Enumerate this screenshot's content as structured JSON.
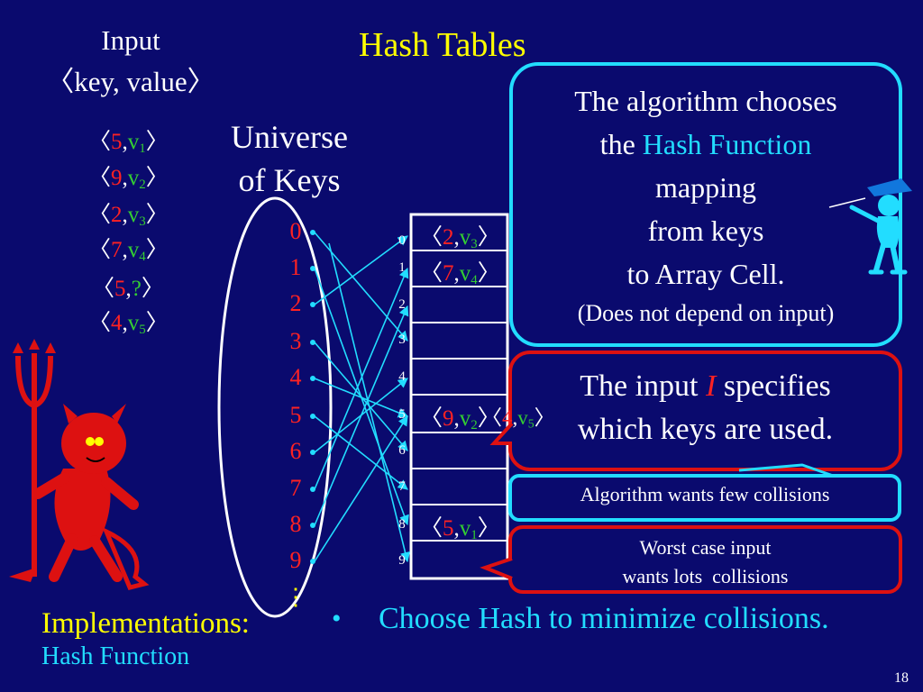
{
  "title": "Hash Tables",
  "input_label": {
    "line1": "Input",
    "line2": "〈key, value〉"
  },
  "universe_label": {
    "line1": "Universe",
    "line2": "of Keys"
  },
  "input_pairs": [
    {
      "lb": "〈",
      "key": "5",
      "comma": ",",
      "val": "v",
      "sub": "1",
      "rb": "〉"
    },
    {
      "lb": "〈",
      "key": "9",
      "comma": ",",
      "val": "v",
      "sub": "2",
      "rb": "〉"
    },
    {
      "lb": "〈",
      "key": "2",
      "comma": ",",
      "val": "v",
      "sub": "3",
      "rb": "〉"
    },
    {
      "lb": "〈",
      "key": "7",
      "comma": ",",
      "val": "v",
      "sub": "4",
      "rb": "〉"
    },
    {
      "lb": "〈",
      "key": "5",
      "comma": ",",
      "val": "?",
      "sub": "",
      "rb": "〉"
    },
    {
      "lb": "〈",
      "key": "4",
      "comma": ",",
      "val": "v",
      "sub": "5",
      "rb": "〉"
    }
  ],
  "universe_keys": [
    "0",
    "1",
    "2",
    "3",
    "4",
    "5",
    "6",
    "7",
    "8",
    "9"
  ],
  "universe_ellipsis": "⋮",
  "table_indices": [
    "0",
    "1",
    "2",
    "3",
    "4",
    "5",
    "6",
    "7",
    "8",
    "9"
  ],
  "table_entries": {
    "row0": {
      "lb": "〈",
      "key": "2",
      "comma": ",",
      "val": "v",
      "sub": "3",
      "rb": "〉"
    },
    "row1": {
      "lb": "〈",
      "key": "7",
      "comma": ",",
      "val": "v",
      "sub": "4",
      "rb": "〉"
    },
    "row5a": {
      "lb": "〈",
      "key": "9",
      "comma": ",",
      "val": "v",
      "sub": "2",
      "rb": "〉"
    },
    "row5b": {
      "lb": "〈",
      "key": "4",
      "comma": ",",
      "val": "v",
      "sub": "5",
      "rb": "〉"
    },
    "row8": {
      "lb": "〈",
      "key": "5",
      "comma": ",",
      "val": "v",
      "sub": "1",
      "rb": "〉"
    }
  },
  "bubble_algorithm": {
    "line1": "The algorithm chooses",
    "line2_pre": "the ",
    "line2_hl": "Hash Function",
    "line3": "mapping",
    "line4": "from keys",
    "line5": "to Array Cell.",
    "line6": "(Does not depend on input)"
  },
  "bubble_input": {
    "pre": "The input ",
    "var": "I",
    "post": " specifies",
    "line2": "which keys are used."
  },
  "bubble_few": "Algorithm wants few collisions",
  "bubble_worst": {
    "line1": "Worst case input",
    "line2": "wants lots  collisions"
  },
  "bullet": "•",
  "choose_text": "Choose Hash to minimize collisions.",
  "implementations": {
    "line1": "Implementations:",
    "line2": "Hash Function"
  },
  "page_number": "18",
  "colors": {
    "background": "#0a0a6e",
    "key_red": "#ff2222",
    "value_green": "#33cc33",
    "cyan": "#22ddff",
    "yellow": "#ffff00"
  }
}
